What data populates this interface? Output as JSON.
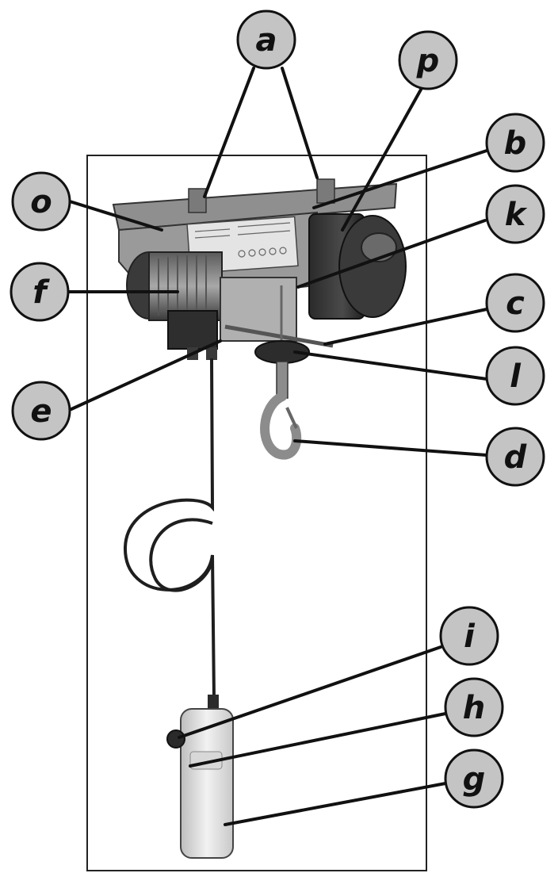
{
  "colors": {
    "bubble_fill": "#c4c4c4",
    "outline": "#111111",
    "hoist_body": "#9a9a9a",
    "hoist_dark": "#2e2e2e",
    "hook": "#8c8c8c",
    "pendant": "#e2e2e2"
  },
  "labels": {
    "a": "a",
    "p": "p",
    "b": "b",
    "o": "o",
    "k": "k",
    "f": "f",
    "c": "c",
    "l": "l",
    "e": "e",
    "d": "d",
    "i": "i",
    "h": "h",
    "g": "g"
  }
}
